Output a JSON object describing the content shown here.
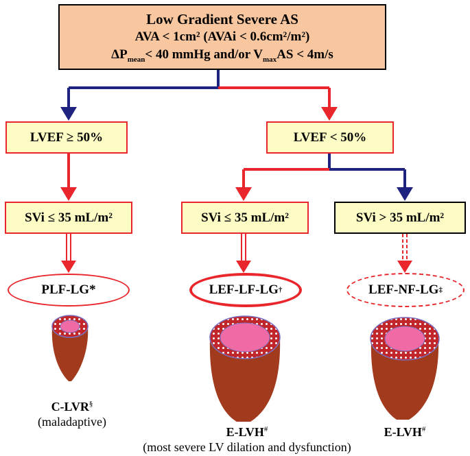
{
  "top_box": {
    "line1": "Low Gradient Severe AS",
    "line2": "AVA < 1cm² (AVAi < 0.6cm²/m²)",
    "line3_delta": "ΔP",
    "line3_sub_mean": "mean",
    "line3_mid": "< 40 mmHg and/or V",
    "line3_sub_max": "max",
    "line3_end": "AS < 4m/s"
  },
  "lvef_left": {
    "label": "LVEF ≥ 50%"
  },
  "lvef_right": {
    "label": "LVEF < 50%"
  },
  "svi_left": {
    "label": "SVi ≤ 35 mL/m²"
  },
  "svi_middle": {
    "label": "SVi ≤ 35 mL/m²"
  },
  "svi_right": {
    "label": "SVi > 35 mL/m²"
  },
  "phenotype_left": {
    "label": "PLF-LG",
    "mark": "*"
  },
  "phenotype_middle": {
    "label": "LEF-LF-LG",
    "mark": "†"
  },
  "phenotype_right": {
    "label": "LEF-NF-LG",
    "mark": "‡"
  },
  "caption_left": {
    "title": "C-LVR",
    "mark": "§",
    "subtitle": "(maladaptive)"
  },
  "caption_middle": {
    "title": "E-LVH",
    "mark": "#",
    "subtitle": "(most severe LV dilation and dysfunction)"
  },
  "caption_right": {
    "title": "E-LVH",
    "mark": "#"
  },
  "colors": {
    "red": "#e8262b",
    "navy": "#1f2380",
    "orange_fill": "#f9c79f",
    "yellow_fill": "#fdfcc4",
    "heart_brown": "#a23a1e",
    "lumen_pink": "#f06aa6"
  }
}
